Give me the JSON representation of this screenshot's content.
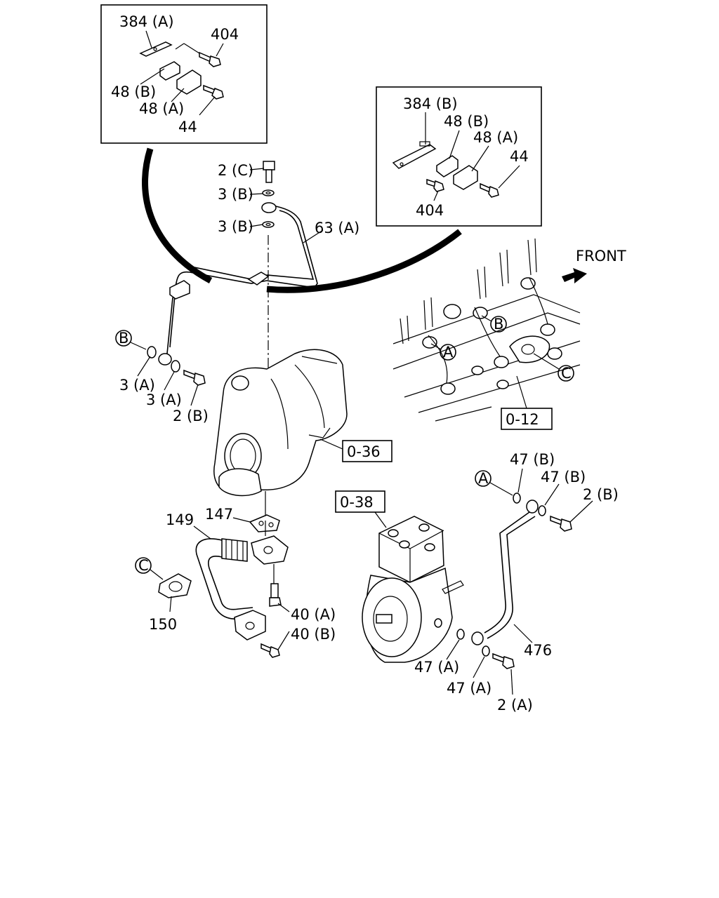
{
  "diagram": {
    "front_label": "FRONT",
    "inset_a": {
      "label_384": "384 (A)",
      "label_404": "404",
      "label_48b": "48 (B)",
      "label_48a": "48 (A)",
      "label_44": "44"
    },
    "inset_b": {
      "label_384": "384 (B)",
      "label_48b": "48 (B)",
      "label_48a": "48 (A)",
      "label_44": "44",
      "label_404": "404"
    },
    "labels": {
      "p2c": "2 (C)",
      "p3b_top": "3 (B)",
      "p3b_mid": "3 (B)",
      "p63a": "63 (A)",
      "p3a_1": "3 (A)",
      "p3a_2": "3 (A)",
      "p2b_left": "2 (B)",
      "p147": "147",
      "p149": "149",
      "p150": "150",
      "p40a": "40 (A)",
      "p40b": "40 (B)",
      "p47b_1": "47 (B)",
      "p47b_2": "47 (B)",
      "p2b_right": "2 (B)",
      "p476": "476",
      "p47a_1": "47 (A)",
      "p47a_2": "47 (A)",
      "p2a": "2 (A)"
    },
    "refs": {
      "r036": "0-36",
      "r038": "0-38",
      "r012": "0-12"
    },
    "circles": {
      "A": "A",
      "B": "B",
      "C": "C"
    }
  }
}
